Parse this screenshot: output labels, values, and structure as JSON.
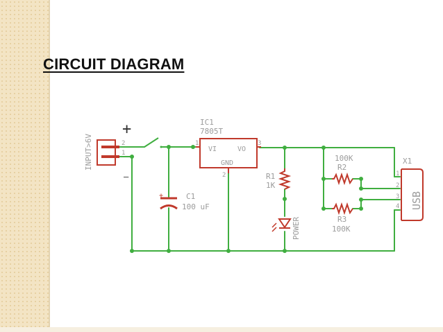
{
  "title": "CIRCUIT DIAGRAM",
  "colors": {
    "wire": "#3fae3f",
    "component": "#c0392b",
    "label": "#9b9b9b",
    "background_strip": "#f3e4c4"
  },
  "components": {
    "input": {
      "label": "INPUT>6V",
      "pin2": "2",
      "pin1": "1",
      "plus": "+",
      "minus": "–"
    },
    "regulator": {
      "name": "IC1",
      "part": "7805T",
      "vi": "VI",
      "vo": "VO",
      "gnd": "GND",
      "pin_in": "1",
      "pin_out": "3",
      "pin_gnd": "2"
    },
    "c1": {
      "name": "C1",
      "value": "100 uF",
      "polarity": "+"
    },
    "r1": {
      "name": "R1",
      "value": "1K"
    },
    "led": {
      "label": "POWER"
    },
    "r2": {
      "name": "R2",
      "value": "100K"
    },
    "r3": {
      "name": "R3",
      "value": "100K"
    },
    "usb": {
      "name": "X1",
      "label": "USB",
      "pins": [
        "1",
        "2",
        "3",
        "4"
      ]
    }
  }
}
